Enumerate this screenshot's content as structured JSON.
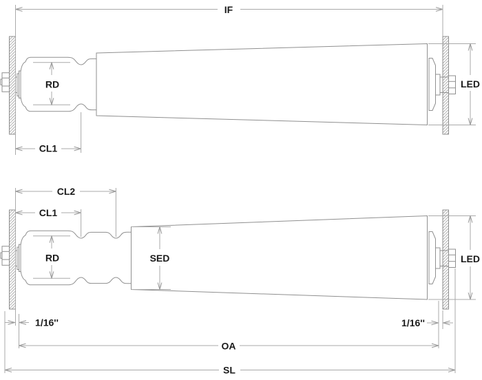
{
  "drawing": {
    "title": "tapered-roller-dimension-diagram",
    "colors": {
      "background": "#ffffff",
      "object_line": "#8f8f8f",
      "dimension_line": "#a9a9a9",
      "hatch_line": "#9c9c9c",
      "label_text": "#1a1a1a"
    },
    "upper_view": {
      "labels": {
        "if": "IF",
        "rd": "RD",
        "led": "LED",
        "cl1": "CL1"
      }
    },
    "lower_view": {
      "labels": {
        "cl2": "CL2",
        "cl1": "CL1",
        "rd": "RD",
        "sed": "SED",
        "led": "LED",
        "clearance_left": "1/16''",
        "clearance_right": "1/16''",
        "oa": "OA",
        "sl": "SL"
      }
    }
  }
}
